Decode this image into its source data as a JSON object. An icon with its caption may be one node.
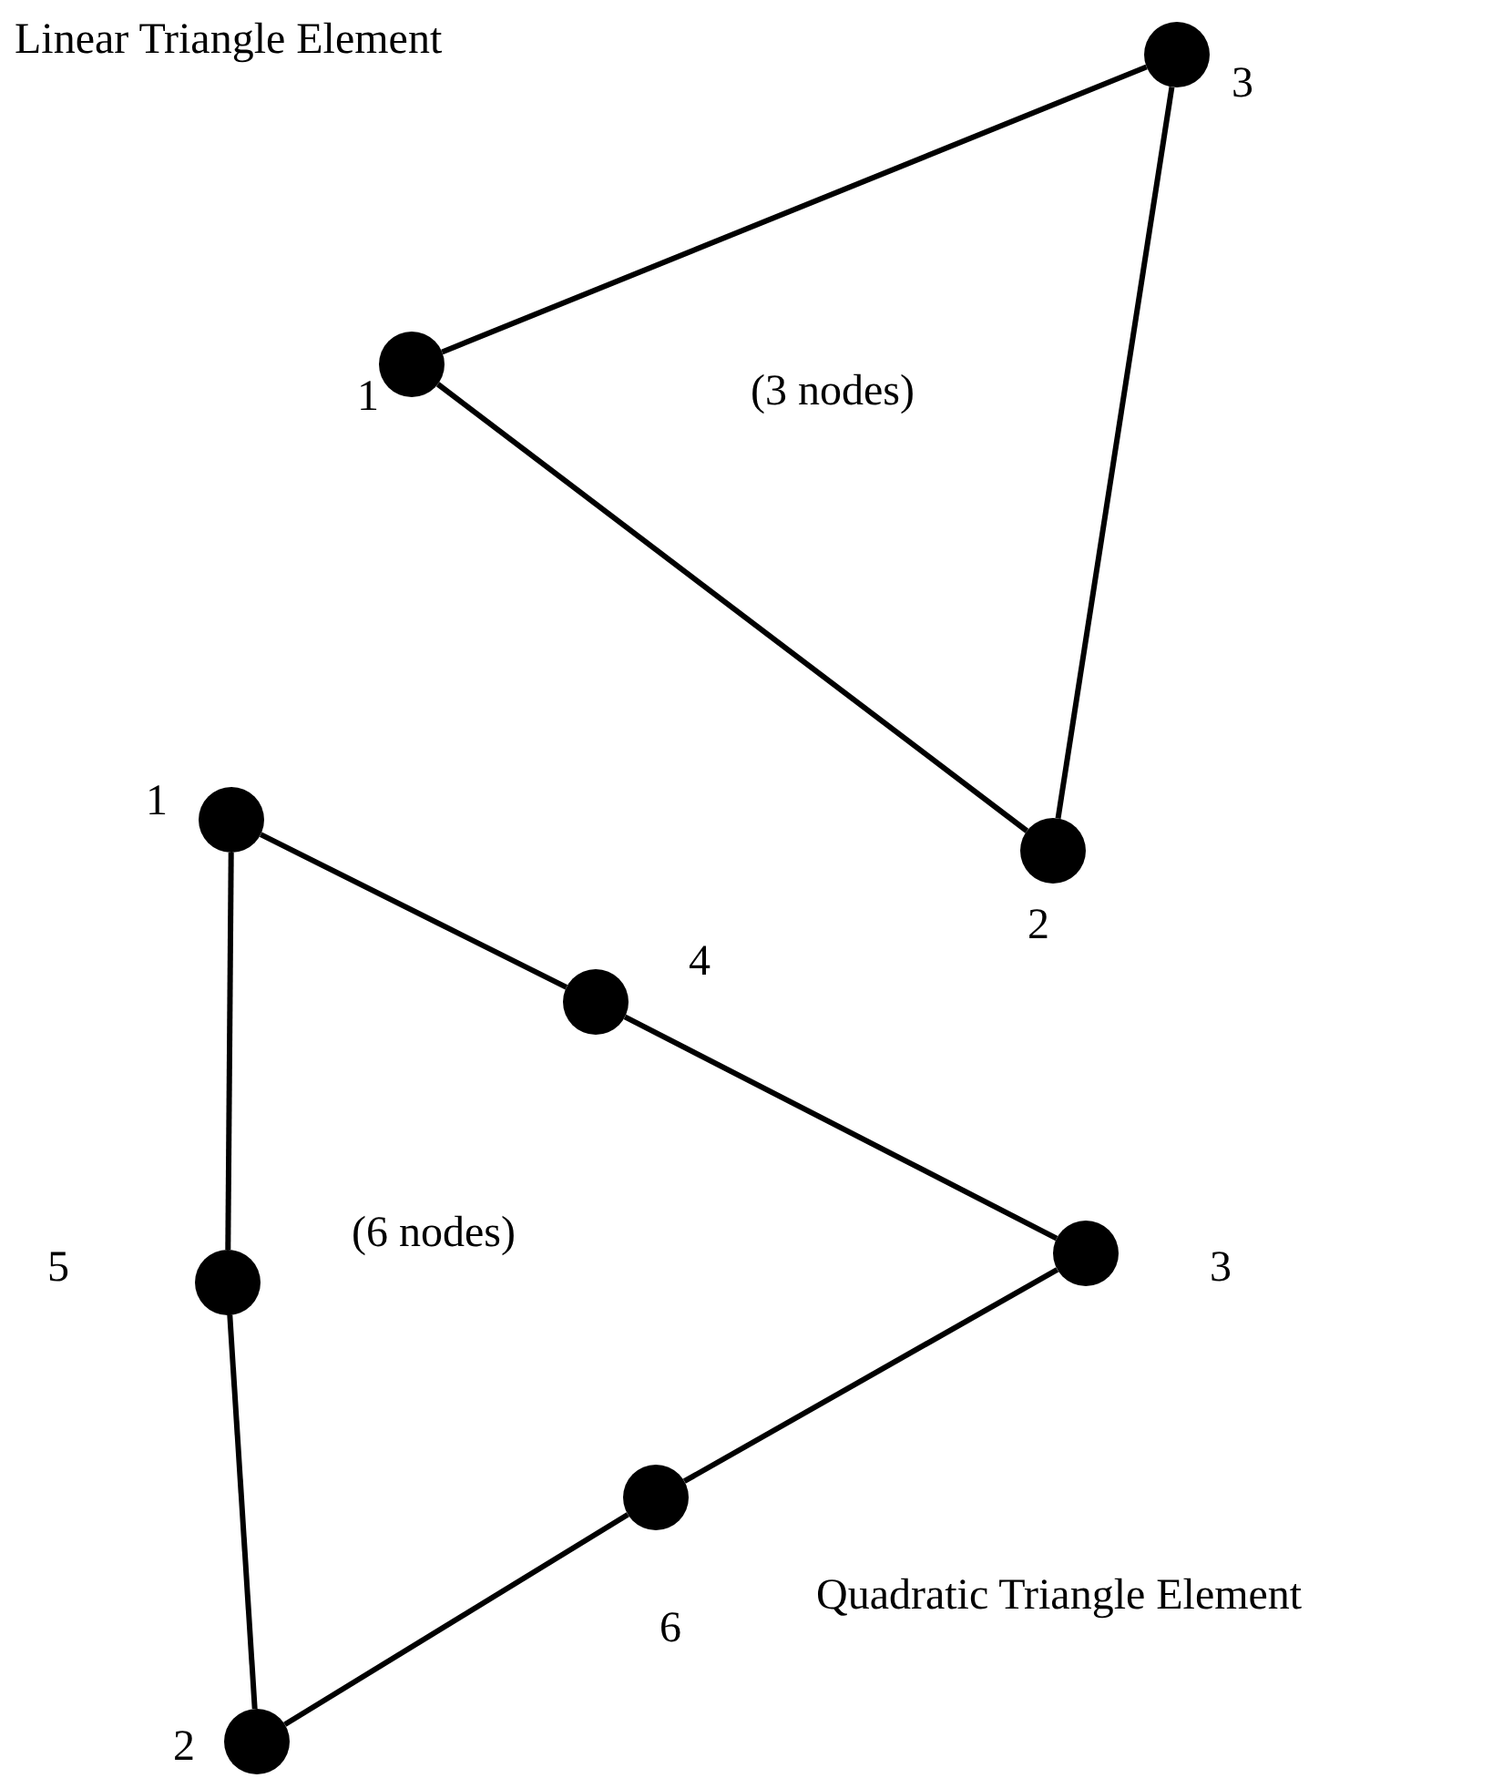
{
  "diagram": {
    "nodes": [
      {
        "text": [],
        "shape": "circle",
        "beside": [
          "3"
        ]
      },
      {
        "text": [],
        "shape": "circle",
        "beside": [
          "1"
        ]
      },
      {
        "text": [],
        "shape": "circle",
        "beside": [
          "2"
        ]
      },
      {
        "text": [],
        "shape": "circle",
        "beside": [
          "1"
        ]
      },
      {
        "text": [],
        "shape": "circle",
        "beside": [
          "4"
        ]
      },
      {
        "text": [],
        "shape": "circle",
        "beside": [
          "5"
        ]
      },
      {
        "text": [],
        "shape": "circle",
        "beside": [
          "3"
        ]
      },
      {
        "text": [],
        "shape": "circle",
        "beside": [
          "6"
        ]
      },
      {
        "text": [],
        "shape": "circle",
        "beside": [
          "2"
        ]
      }
    ],
    "edges": [
      {
        "from": 1,
        "to": 0,
        "arrow": "none"
      },
      {
        "from": 1,
        "to": 2,
        "arrow": "none"
      },
      {
        "from": 2,
        "to": 0,
        "arrow": "none"
      },
      {
        "from": 3,
        "to": 4,
        "arrow": "none"
      },
      {
        "from": 4,
        "to": 6,
        "arrow": "none"
      },
      {
        "from": 6,
        "to": 7,
        "arrow": "none"
      },
      {
        "from": 7,
        "to": 8,
        "arrow": "none"
      },
      {
        "from": 8,
        "to": 5,
        "arrow": "none"
      },
      {
        "from": 5,
        "to": 3,
        "arrow": "none"
      }
    ],
    "labels": [
      "Linear Triangle Element",
      "(3 nodes)",
      "(6 nodes)",
      "Quadratic Triangle Element"
    ]
  }
}
